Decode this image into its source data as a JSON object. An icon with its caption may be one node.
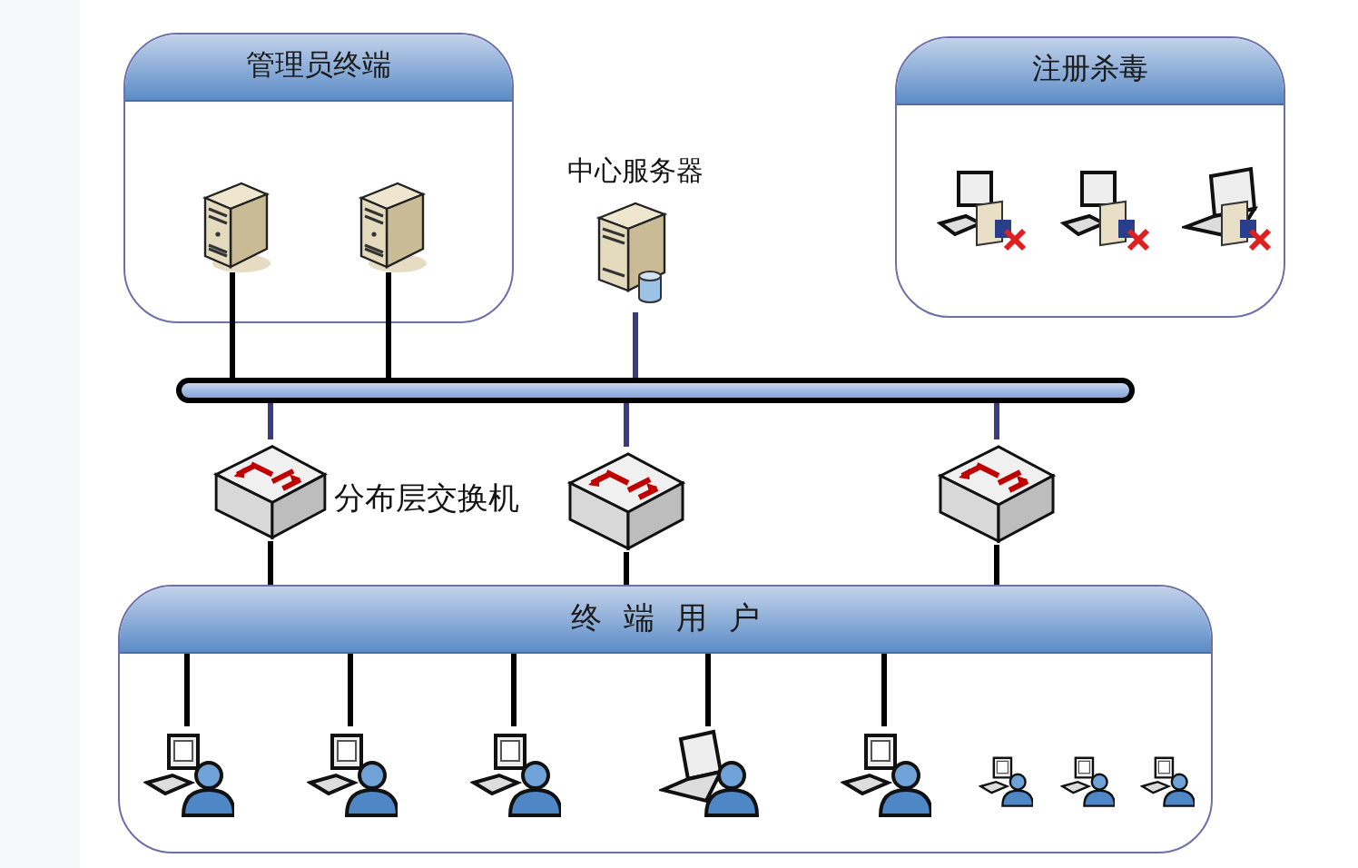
{
  "diagram": {
    "nodes": [
      {
        "text": [
          "管理员终端"
        ]
      },
      {
        "text": [],
        "shape": "picture",
        "in": 0
      },
      {
        "text": [],
        "shape": "picture",
        "in": 0
      },
      {
        "text": [
          "中心服务器"
        ]
      },
      {
        "text": [
          "注册杀毒"
        ]
      },
      {
        "text": [],
        "shape": "picture",
        "in": 4
      },
      {
        "text": [],
        "shape": "picture",
        "in": 4
      },
      {
        "text": [],
        "shape": "picture",
        "in": 4
      },
      {
        "text": [],
        "shape": "bar"
      },
      {
        "text": [],
        "shape": "picture",
        "beside": [
          "分布层交换机"
        ]
      },
      {
        "text": [],
        "shape": "picture"
      },
      {
        "text": [],
        "shape": "picture"
      },
      {
        "text": [
          "终端用户"
        ]
      },
      {
        "text": [],
        "shape": "picture",
        "in": 12
      },
      {
        "text": [],
        "shape": "picture",
        "in": 12
      },
      {
        "text": [],
        "shape": "picture",
        "in": 12
      },
      {
        "text": [],
        "shape": "picture",
        "in": 12
      },
      {
        "text": [],
        "shape": "picture",
        "in": 12
      },
      {
        "text": [],
        "shape": "picture",
        "in": 12
      },
      {
        "text": [],
        "shape": "picture",
        "in": 12
      },
      {
        "text": [],
        "shape": "picture",
        "in": 12
      }
    ],
    "edges": [
      {
        "from": 1,
        "to": 8,
        "arrow": "none"
      },
      {
        "from": 2,
        "to": 8,
        "arrow": "none"
      },
      {
        "from": 3,
        "to": 8,
        "arrow": "none",
        "color": "#3c3c78"
      },
      {
        "from": 8,
        "to": 9,
        "arrow": "none",
        "color": "#3c3c78"
      },
      {
        "from": 8,
        "to": 10,
        "arrow": "none",
        "color": "#3c3c78"
      },
      {
        "from": 8,
        "to": 11,
        "arrow": "none",
        "color": "#3c3c78"
      },
      {
        "from": 9,
        "to": 12,
        "arrow": "none"
      },
      {
        "from": 10,
        "to": 12,
        "arrow": "none"
      },
      {
        "from": 11,
        "to": 12,
        "arrow": "none"
      },
      {
        "from": 12,
        "to": 13,
        "arrow": "none"
      },
      {
        "from": 12,
        "to": 14,
        "arrow": "none"
      },
      {
        "from": 12,
        "to": 15,
        "arrow": "none"
      },
      {
        "from": 12,
        "to": 16,
        "arrow": "none"
      },
      {
        "from": 12,
        "to": 17,
        "arrow": "none"
      }
    ]
  }
}
